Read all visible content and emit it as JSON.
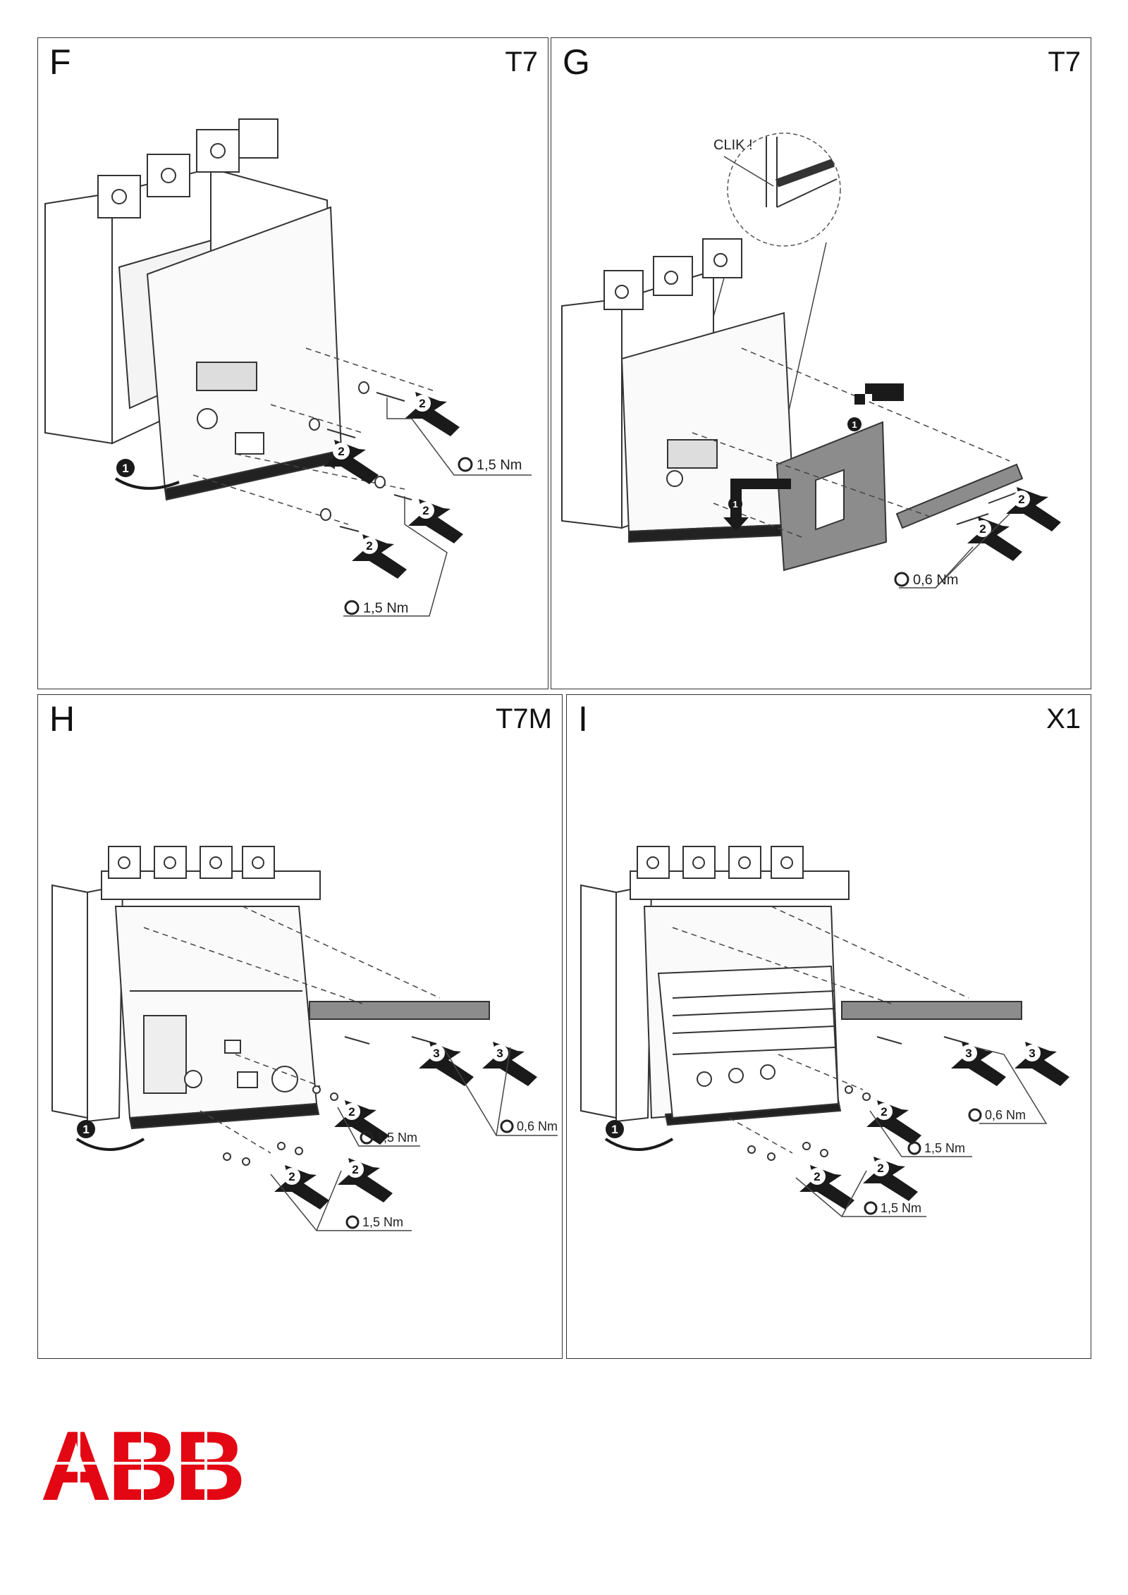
{
  "panels": [
    {
      "letter": "F",
      "model": "T7",
      "torque": [
        "1,5 Nm",
        "1,5 Nm"
      ],
      "steps": [
        "1",
        "2",
        "2",
        "2",
        "2"
      ]
    },
    {
      "letter": "G",
      "model": "T7",
      "callout": "CLIK !",
      "torque": [
        "0,6 Nm"
      ],
      "steps": [
        "1",
        "1",
        "2",
        "2"
      ]
    },
    {
      "letter": "H",
      "model": "T7M",
      "torque": [
        "1,5 Nm",
        "0,6 Nm",
        "1,5 Nm"
      ],
      "steps": [
        "1",
        "2",
        "2",
        "2",
        "3",
        "3"
      ]
    },
    {
      "letter": "I",
      "model": "X1",
      "torque": [
        "0,6 Nm",
        "1,5 Nm",
        "1,5 Nm"
      ],
      "steps": [
        "1",
        "2",
        "2",
        "2",
        "3",
        "3"
      ]
    }
  ],
  "brand": {
    "logo_text": "ABB",
    "color": "#e30613"
  },
  "colors": {
    "plate": "#8c8c8c",
    "outline": "#333333",
    "arrow": "#1a1a1a"
  }
}
